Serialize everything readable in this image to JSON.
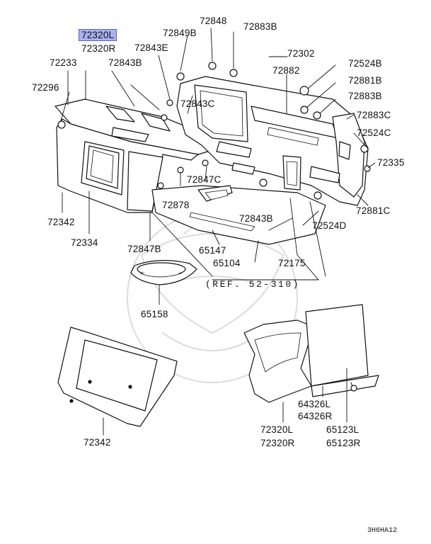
{
  "diagram": {
    "highlighted_part": "72320L",
    "reference": "(REF. 52-310)",
    "drawing_code": "3H6HA12",
    "callouts": [
      {
        "id": "72320L",
        "text": "72320L"
      },
      {
        "id": "72320R",
        "text": "72320R"
      },
      {
        "id": "72848",
        "text": "72848"
      },
      {
        "id": "72883B_top",
        "text": "72883B"
      },
      {
        "id": "72849B",
        "text": "72849B"
      },
      {
        "id": "72843E",
        "text": "72843E"
      },
      {
        "id": "72233",
        "text": "72233"
      },
      {
        "id": "72843B_a",
        "text": "72843B"
      },
      {
        "id": "72302",
        "text": "72302"
      },
      {
        "id": "72524B",
        "text": "72524B"
      },
      {
        "id": "72882",
        "text": "72882"
      },
      {
        "id": "72881B",
        "text": "72881B"
      },
      {
        "id": "72296",
        "text": "72296"
      },
      {
        "id": "72843C_a",
        "text": "72843C"
      },
      {
        "id": "72883B_mid",
        "text": "72883B"
      },
      {
        "id": "72883C",
        "text": "72883C"
      },
      {
        "id": "72524C",
        "text": "72524C"
      },
      {
        "id": "72335",
        "text": "72335"
      },
      {
        "id": "72847C",
        "text": "72847C"
      },
      {
        "id": "72878",
        "text": "72878"
      },
      {
        "id": "72881C",
        "text": "72881C"
      },
      {
        "id": "72342_top",
        "text": "72342"
      },
      {
        "id": "72843B_b",
        "text": "72843B"
      },
      {
        "id": "72524D",
        "text": "72524D"
      },
      {
        "id": "72334",
        "text": "72334"
      },
      {
        "id": "72847B",
        "text": "72847B"
      },
      {
        "id": "65147",
        "text": "65147"
      },
      {
        "id": "65104",
        "text": "65104"
      },
      {
        "id": "72175",
        "text": "72175"
      },
      {
        "id": "65158",
        "text": "65158"
      },
      {
        "id": "64326L",
        "text": "64326L"
      },
      {
        "id": "64326R",
        "text": "64326R"
      },
      {
        "id": "72342_bot",
        "text": "72342"
      },
      {
        "id": "72320L_bot",
        "text": "72320L"
      },
      {
        "id": "72320R_bot",
        "text": "72320R"
      },
      {
        "id": "65123L",
        "text": "65123L"
      },
      {
        "id": "65123R",
        "text": "65123R"
      }
    ]
  }
}
